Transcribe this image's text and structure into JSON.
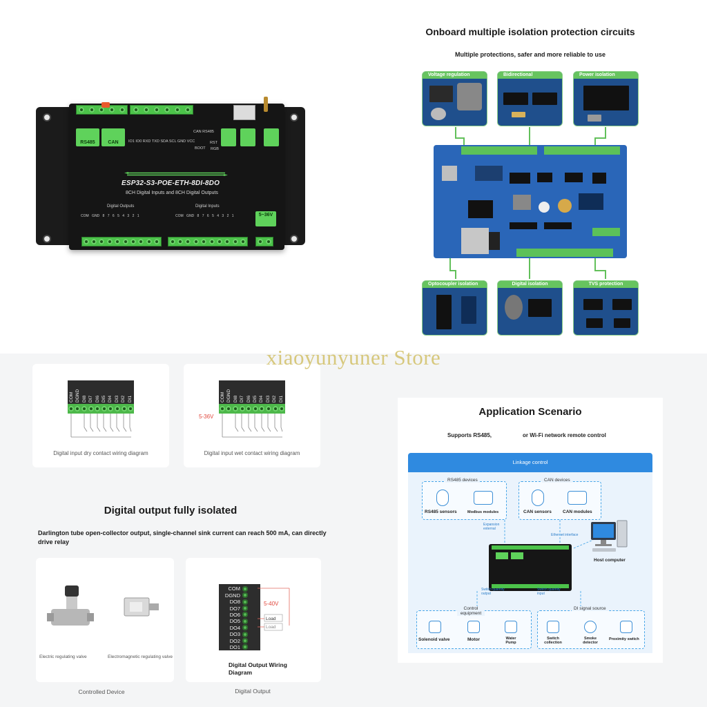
{
  "q1": {
    "model": "ESP32-S3-POE-ETH-8DI-8DO",
    "subtitle": "8CH Digital Inputs and 8CH Digital Outputs",
    "outputs_label": "Digital Outputs",
    "inputs_label": "Digital Inputs",
    "power_label": "5~36V",
    "rs485_label": "RS485",
    "can_label": "CAN",
    "top_row_text": "IO1 IO0 RXD TXD SDA SCL GND VCC",
    "can_rs485_text": "CAN RS485",
    "boot_label": "BOOT",
    "rst_label": "RST",
    "rgb_label": "RGB",
    "left_terms": "COM GND 8 7 6 5 4 3 2 1",
    "right_terms": "COM GND 8 7 6 5 4 3 2 1"
  },
  "q2": {
    "title": "Onboard multiple isolation protection circuits",
    "subtitle": "Multiple protections, safer and more reliable to use",
    "thumbs": [
      {
        "label": "Voltage regulation"
      },
      {
        "label": "Bidirectional"
      },
      {
        "label": "Power isolation"
      },
      {
        "label": "Optocoupler isolation"
      },
      {
        "label": "Digital isolation"
      },
      {
        "label": "TVS protection"
      }
    ]
  },
  "watermark": "xiaoyunyuner Store",
  "q3": {
    "dry_caption": "Digital input dry contact wiring diagram",
    "wet_caption": "Digital input wet contact wiring diagram",
    "wet_voltage": "5-36V",
    "header_pins": [
      "COM",
      "DGND",
      "DI8",
      "DI7",
      "DI6",
      "DI5",
      "DI4",
      "DI3",
      "DI2",
      "DI1"
    ],
    "title": "Digital output fully isolated",
    "description": "Darlington tube open-collector output, single-channel sink current can reach 500 mA, can directly drive relay",
    "valve1_caption": "Electric regulating valve",
    "valve2_caption": "Electromagnetic regulating valve",
    "controlled_caption": "Controlled Device",
    "wiring_title": "Digital Output Wiring Diagram",
    "output_caption": "Digital Output",
    "out_pins": [
      "COM",
      "DGND",
      "DO8",
      "DO7",
      "DO6",
      "DO5",
      "DO4",
      "DO3",
      "DO2",
      "DO1"
    ],
    "out_voltage": "5-40V",
    "load1": "Load",
    "load2": "Load"
  },
  "q4": {
    "title": "Application Scenario",
    "sub_left": "Supports RS485,",
    "sub_right": "or Wi-Fi network remote control",
    "bar": "Linkage control",
    "rs485_group": "RS485 devices",
    "rs485_sensors": "RS485 sensors",
    "modbus": "Modbus modules",
    "can_group": "CAN devices",
    "can_sensors": "CAN sensors",
    "can_modules": "CAN modules",
    "expansion": "Expansion external",
    "ethernet": "Ethernet interface",
    "host": "Host computer",
    "switch_out": "Switch quantity output",
    "switch_in": "Switch quantity input",
    "control_group": "Control equipment",
    "solenoid": "Solenoid valve",
    "motor": "Motor",
    "pump": "Water Pump",
    "di_group": "DI signal source",
    "switch_collection": "Switch collection",
    "smoke": "Smoke detector",
    "proximity": "Proximity switch"
  }
}
